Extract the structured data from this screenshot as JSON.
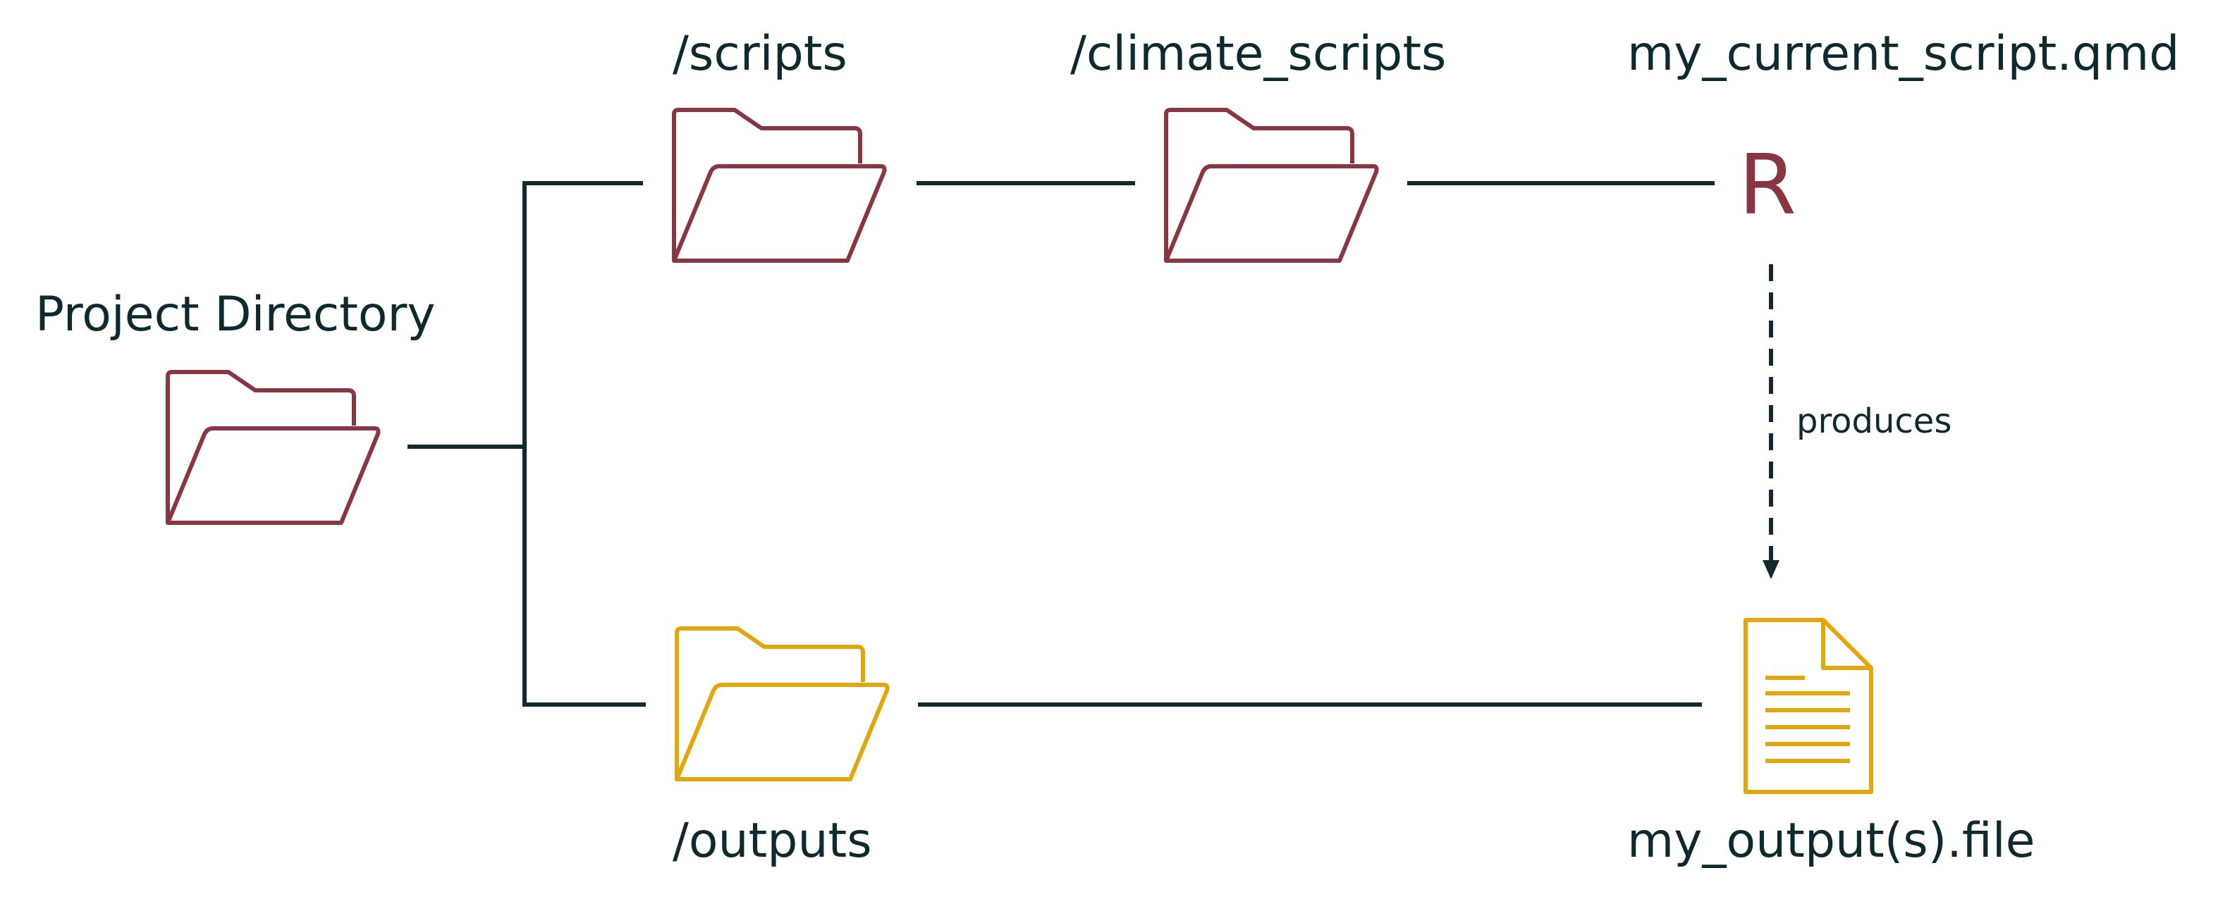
{
  "labels": {
    "project_directory": "Project Directory",
    "scripts": "/scripts",
    "climate_scripts": "/climate_scripts",
    "current_script": "my_current_script.qmd",
    "outputs": "/outputs",
    "output_file": "my_output(s).file",
    "produces": "produces",
    "r_logo": "R"
  },
  "colors": {
    "line": "#12292d",
    "script_folder": "#8a3642",
    "output_folder": "#e3a70b",
    "text": "#0f2a2f"
  },
  "icons": {
    "project_folder": "folder-open-icon",
    "scripts_folder": "folder-open-icon",
    "climate_scripts_folder": "folder-open-icon",
    "outputs_folder": "folder-open-icon",
    "output_file": "document-icon",
    "script_file": "r-language-icon"
  }
}
